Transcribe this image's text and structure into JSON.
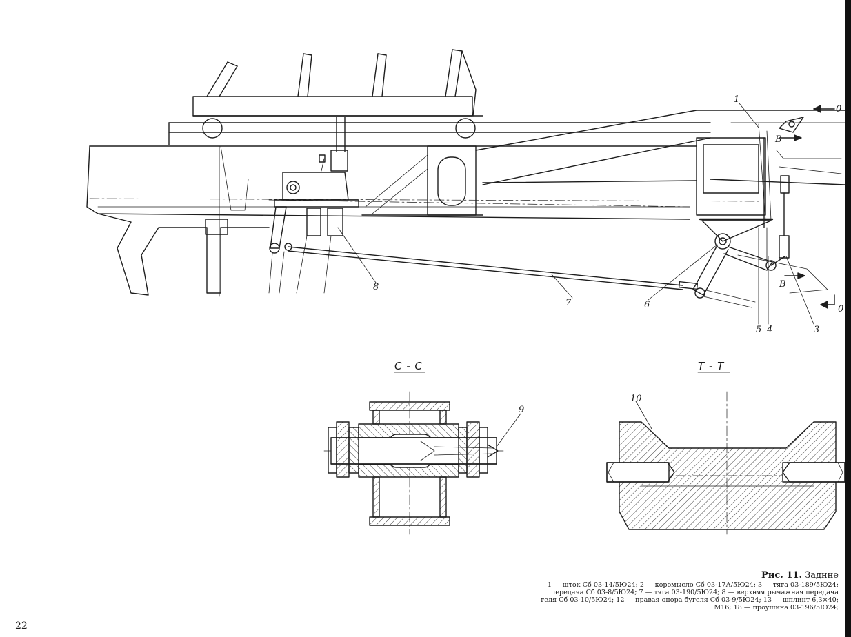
{
  "figure": {
    "callouts": [
      {
        "id": "c1",
        "text": "1"
      },
      {
        "id": "c3",
        "text": "3"
      },
      {
        "id": "c4",
        "text": "4"
      },
      {
        "id": "c5",
        "text": "5"
      },
      {
        "id": "c6",
        "text": "6"
      },
      {
        "id": "c7",
        "text": "7"
      },
      {
        "id": "c8",
        "text": "8"
      },
      {
        "id": "c9",
        "text": "9"
      },
      {
        "id": "c10",
        "text": "10"
      }
    ],
    "section_marks": {
      "b_upper": "B",
      "b_lower": "B",
      "o_upper": "0",
      "o_lower": "0"
    },
    "section_titles": {
      "cc": "C - C",
      "tt": "T - T"
    }
  },
  "caption": {
    "title_prefix": "Рис. 11.",
    "title_rest": " Заднне",
    "lines": [
      "1 — шток Сб 03-14/5Ю24; 2 — коромысло Сб 03-17А/5Ю24; 3 — тяга 03-189/5Ю24;",
      "передача Сб 03-8/5Ю24; 7 — тяга 03-190/5Ю24; 8 — верхняя рычажная передача",
      "геля Сб 03-10/5Ю24; 12 — правая опора бугеля Сб 03-9/5Ю24; 13 — шплинт 6,3×40;",
      "М16; 18 — проушина 03-196/5Ю24;"
    ]
  },
  "page_number": "22"
}
